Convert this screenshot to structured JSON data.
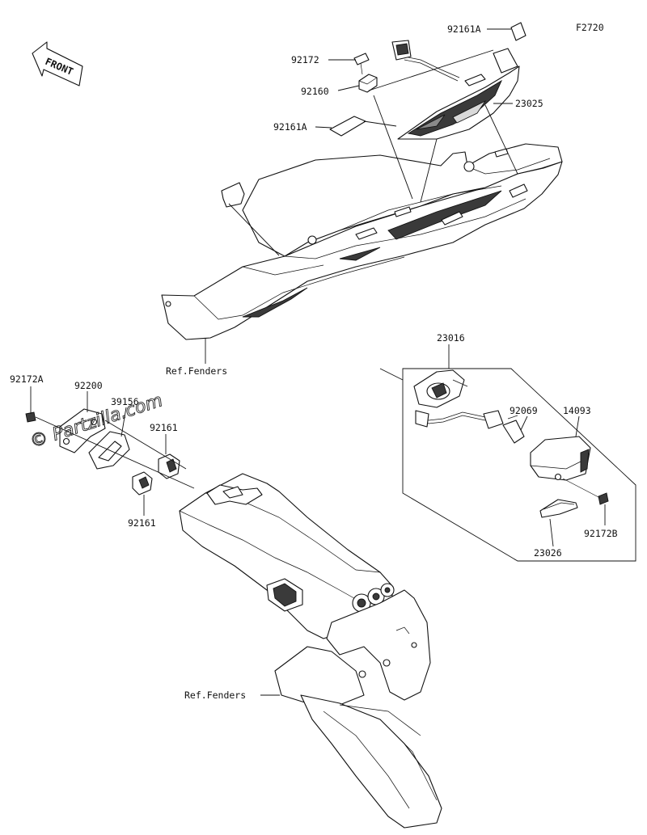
{
  "figure_code": "F2720",
  "front_label": "FRONT",
  "watermark": "© Partzilla.com",
  "parts": {
    "p92161A_top": "92161A",
    "p92172": "92172",
    "p92160": "92160",
    "p92161A_left": "92161A",
    "p23025": "23025",
    "ref_fenders_top": "Ref.Fenders",
    "p23016": "23016",
    "p92172A": "92172A",
    "p92200": "92200",
    "p39156": "39156",
    "p92161_upper": "92161",
    "p92161_lower": "92161",
    "p92069": "92069",
    "p14093": "14093",
    "p92172B": "92172B",
    "p23026": "23026",
    "ref_fenders_bottom": "Ref.Fenders"
  }
}
